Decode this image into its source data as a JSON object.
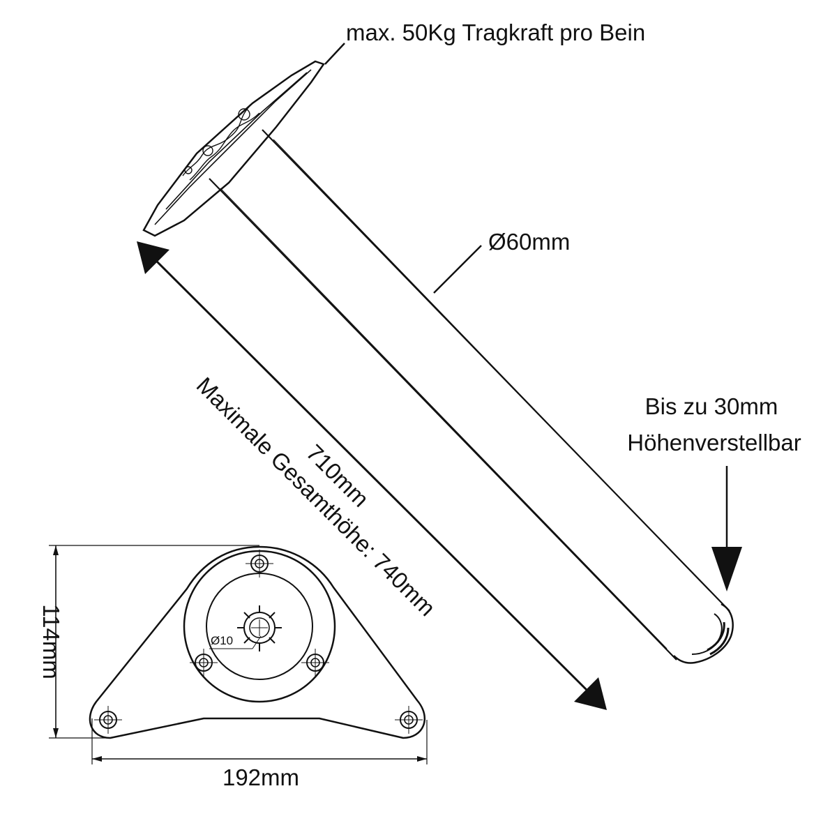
{
  "labels": {
    "load": "max. 50Kg Tragkraft pro Bein",
    "diameter": "Ø60mm",
    "length": "710mm",
    "total_height": "Maximale Gesamthöhe: 740mm",
    "adjust_line1": "Bis zu 30mm",
    "adjust_line2": "Höhenverstellbar",
    "plate_height": "114mm",
    "plate_width": "192mm",
    "hole_diameter": "Ø10"
  },
  "colors": {
    "ink": "#111111",
    "background": "#ffffff"
  }
}
